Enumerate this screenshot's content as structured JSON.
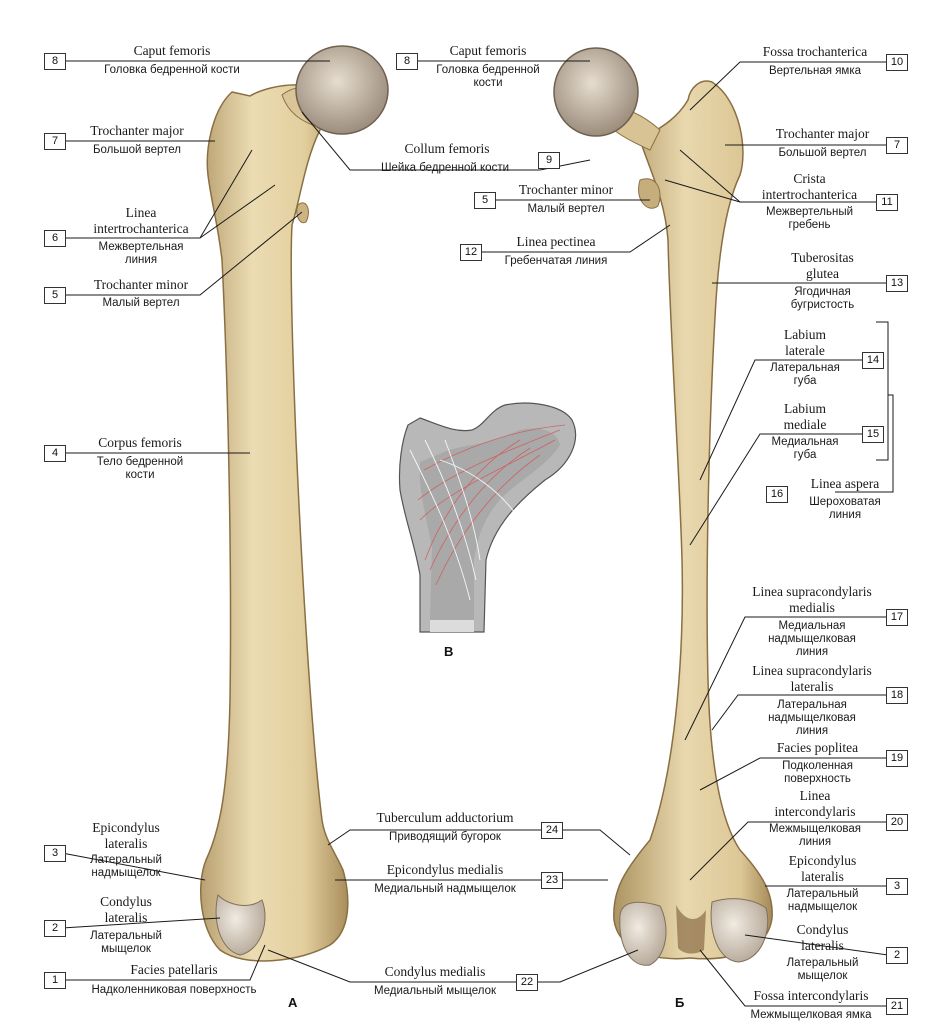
{
  "views": {
    "a": "А",
    "b": "Б",
    "c": "В"
  },
  "labels": {
    "l8a": {
      "num": "8",
      "lat": "Caput femoris",
      "rus": "Головка бедренной кости"
    },
    "l7a": {
      "num": "7",
      "lat": "Trochanter major",
      "rus": "Большой вертел"
    },
    "l6a": {
      "num": "6",
      "lat": "Linea\nintertrochanterica",
      "rus": "Межвертельная\nлиния"
    },
    "l5a": {
      "num": "5",
      "lat": "Trochanter minor",
      "rus": "Малый вертел"
    },
    "l4a": {
      "num": "4",
      "lat": "Corpus femoris",
      "rus": "Тело бедренной\nкости"
    },
    "l3a": {
      "num": "3",
      "lat": "Epicondylus\nlateralis",
      "rus": "Латеральный\nнадмыщелок"
    },
    "l2a": {
      "num": "2",
      "lat": "Condylus\nlateralis",
      "rus": "Латеральный\nмыщелок"
    },
    "l1a": {
      "num": "1",
      "lat": "Facies patellaris",
      "rus": "Надколенниковая поверхность"
    },
    "l8b": {
      "num": "8",
      "lat": "Caput femoris",
      "rus": "Головка бедренной\nкости"
    },
    "l9b": {
      "num": "9",
      "lat": "Collum femoris",
      "rus": "Шейка бедренной кости"
    },
    "l5b": {
      "num": "5",
      "lat": "Trochanter minor",
      "rus": "Малый вертел"
    },
    "l12b": {
      "num": "12",
      "lat": "Linea pectinea",
      "rus": "Гребенчатая линия"
    },
    "l10b": {
      "num": "10",
      "lat": "Fossa trochanterica",
      "rus": "Вертельная ямка"
    },
    "l7b": {
      "num": "7",
      "lat": "Trochanter major",
      "rus": "Большой вертел"
    },
    "l11b": {
      "num": "11",
      "lat": "Crista\nintertrochanterica",
      "rus": "Межвертельный\nгребень"
    },
    "l13b": {
      "num": "13",
      "lat": "Tuberositas\nglutea",
      "rus": "Ягодичная\nбугристость"
    },
    "l14b": {
      "num": "14",
      "lat": "Labium\nlaterale",
      "rus": "Латеральная\nгуба"
    },
    "l15b": {
      "num": "15",
      "lat": "Labium\nmediale",
      "rus": "Медиальная\nгуба"
    },
    "l16b": {
      "num": "16",
      "lat": "Linea aspera",
      "rus": "Шероховатая\nлиния"
    },
    "l17b": {
      "num": "17",
      "lat": "Linea supracondylaris\nmedialis",
      "rus": "Медиальная\nнадмыщелковая\nлиния"
    },
    "l18b": {
      "num": "18",
      "lat": "Linea supracondylaris\nlateralis",
      "rus": "Латеральная\nнадмыщелковая\nлиния"
    },
    "l19b": {
      "num": "19",
      "lat": "Facies poplitea",
      "rus": "Подколенная\nповерхность"
    },
    "l20b": {
      "num": "20",
      "lat": "Linea\nintercondylaris",
      "rus": "Межмыщелковая\nлиния"
    },
    "l3b": {
      "num": "3",
      "lat": "Epicondylus\nlateralis",
      "rus": "Латеральный\nнадмыщелок"
    },
    "l2b": {
      "num": "2",
      "lat": "Condylus\nlateralis",
      "rus": "Латеральный\nмыщелок"
    },
    "l21b": {
      "num": "21",
      "lat": "Fossa intercondylaris",
      "rus": "Межмыщелковая ямка"
    },
    "l24c": {
      "num": "24",
      "lat": "Tuberculum adductorium",
      "rus": "Приводящий бугорок"
    },
    "l23c": {
      "num": "23",
      "lat": "Epicondylus medialis",
      "rus": "Медиальный надмыщелок"
    },
    "l22c": {
      "num": "22",
      "lat": "Condylus medialis",
      "rus": "Медиальный мыщелок"
    }
  }
}
